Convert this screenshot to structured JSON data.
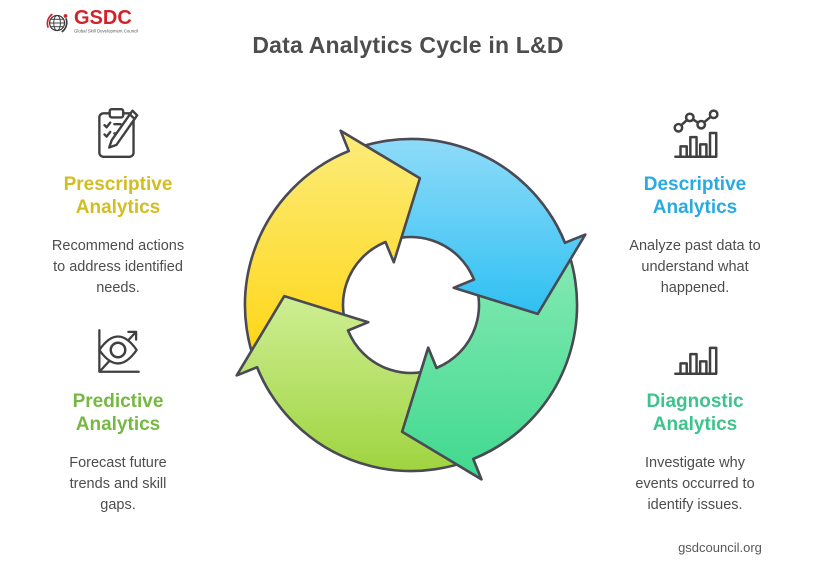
{
  "page": {
    "title": "Data Analytics Cycle in L&D",
    "footer": "gsdcouncil.org"
  },
  "logo": {
    "name": "GSDC",
    "tagline": "Global Skill Development Council",
    "brand_color": "#d3222a"
  },
  "sections": [
    {
      "id": "prescriptive",
      "icon": "clipboard-pencil-icon",
      "title_lines": [
        "Prescriptive",
        "Analytics"
      ],
      "color": "#d2be21",
      "body_lines": [
        "Recommend actions",
        "to address identified",
        "needs."
      ]
    },
    {
      "id": "descriptive",
      "icon": "dot-line-bar-chart-icon",
      "title_lines": [
        "Descriptive",
        "Analytics"
      ],
      "color": "#29abe2",
      "body_lines": [
        "Analyze past data to",
        "understand what",
        "happened."
      ]
    },
    {
      "id": "predictive",
      "icon": "eye-forecast-chart-icon",
      "title_lines": [
        "Predictive",
        "Analytics"
      ],
      "color": "#77b843",
      "body_lines": [
        "Forecast future",
        "trends and skill",
        "gaps."
      ]
    },
    {
      "id": "diagnostic",
      "icon": "bar-chart-icon",
      "title_lines": [
        "Diagnostic",
        "Analytics"
      ],
      "color": "#3dc48e",
      "body_lines": [
        "Investigate why",
        "events occurred to",
        "identify issues."
      ]
    }
  ],
  "cycle": {
    "outline_color": "#4a4a54",
    "arrows": [
      {
        "name": "prescriptive-arrow",
        "color_light": "#fbec7b",
        "color_dark": "#ffd206"
      },
      {
        "name": "descriptive-arrow",
        "color_light": "#8fdbf9",
        "color_dark": "#2fc0f2"
      },
      {
        "name": "diagnostic-arrow",
        "color_light": "#90ecb9",
        "color_dark": "#40d98e"
      },
      {
        "name": "predictive-arrow",
        "color_light": "#ceee93",
        "color_dark": "#9fd440"
      }
    ]
  }
}
